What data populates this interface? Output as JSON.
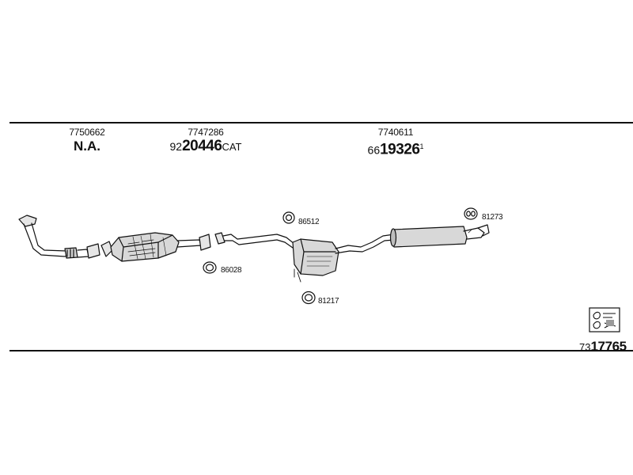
{
  "columns": [
    {
      "part_no": "7750662",
      "na": "N.A."
    },
    {
      "part_no": "7747286",
      "ref_prefix": "92",
      "ref_bold": "20446",
      "ref_suffix": "CAT"
    },
    {
      "part_no": "7740611",
      "ref_prefix": "66",
      "ref_bold": "19326",
      "ref_sup": "1"
    }
  ],
  "part_labels": {
    "gasket_86028": "86028",
    "clamp_86512": "86512",
    "ring_81217": "81217",
    "hanger_81273": "81273"
  },
  "diagram_ref": {
    "prefix": "73",
    "bold": "17765"
  },
  "icons": {
    "diagram_ref": "exhaust-reference-icon"
  },
  "colors": {
    "line": "#111111",
    "part_fill": "#d8d8d8",
    "part_shade": "#9a9a9a"
  }
}
